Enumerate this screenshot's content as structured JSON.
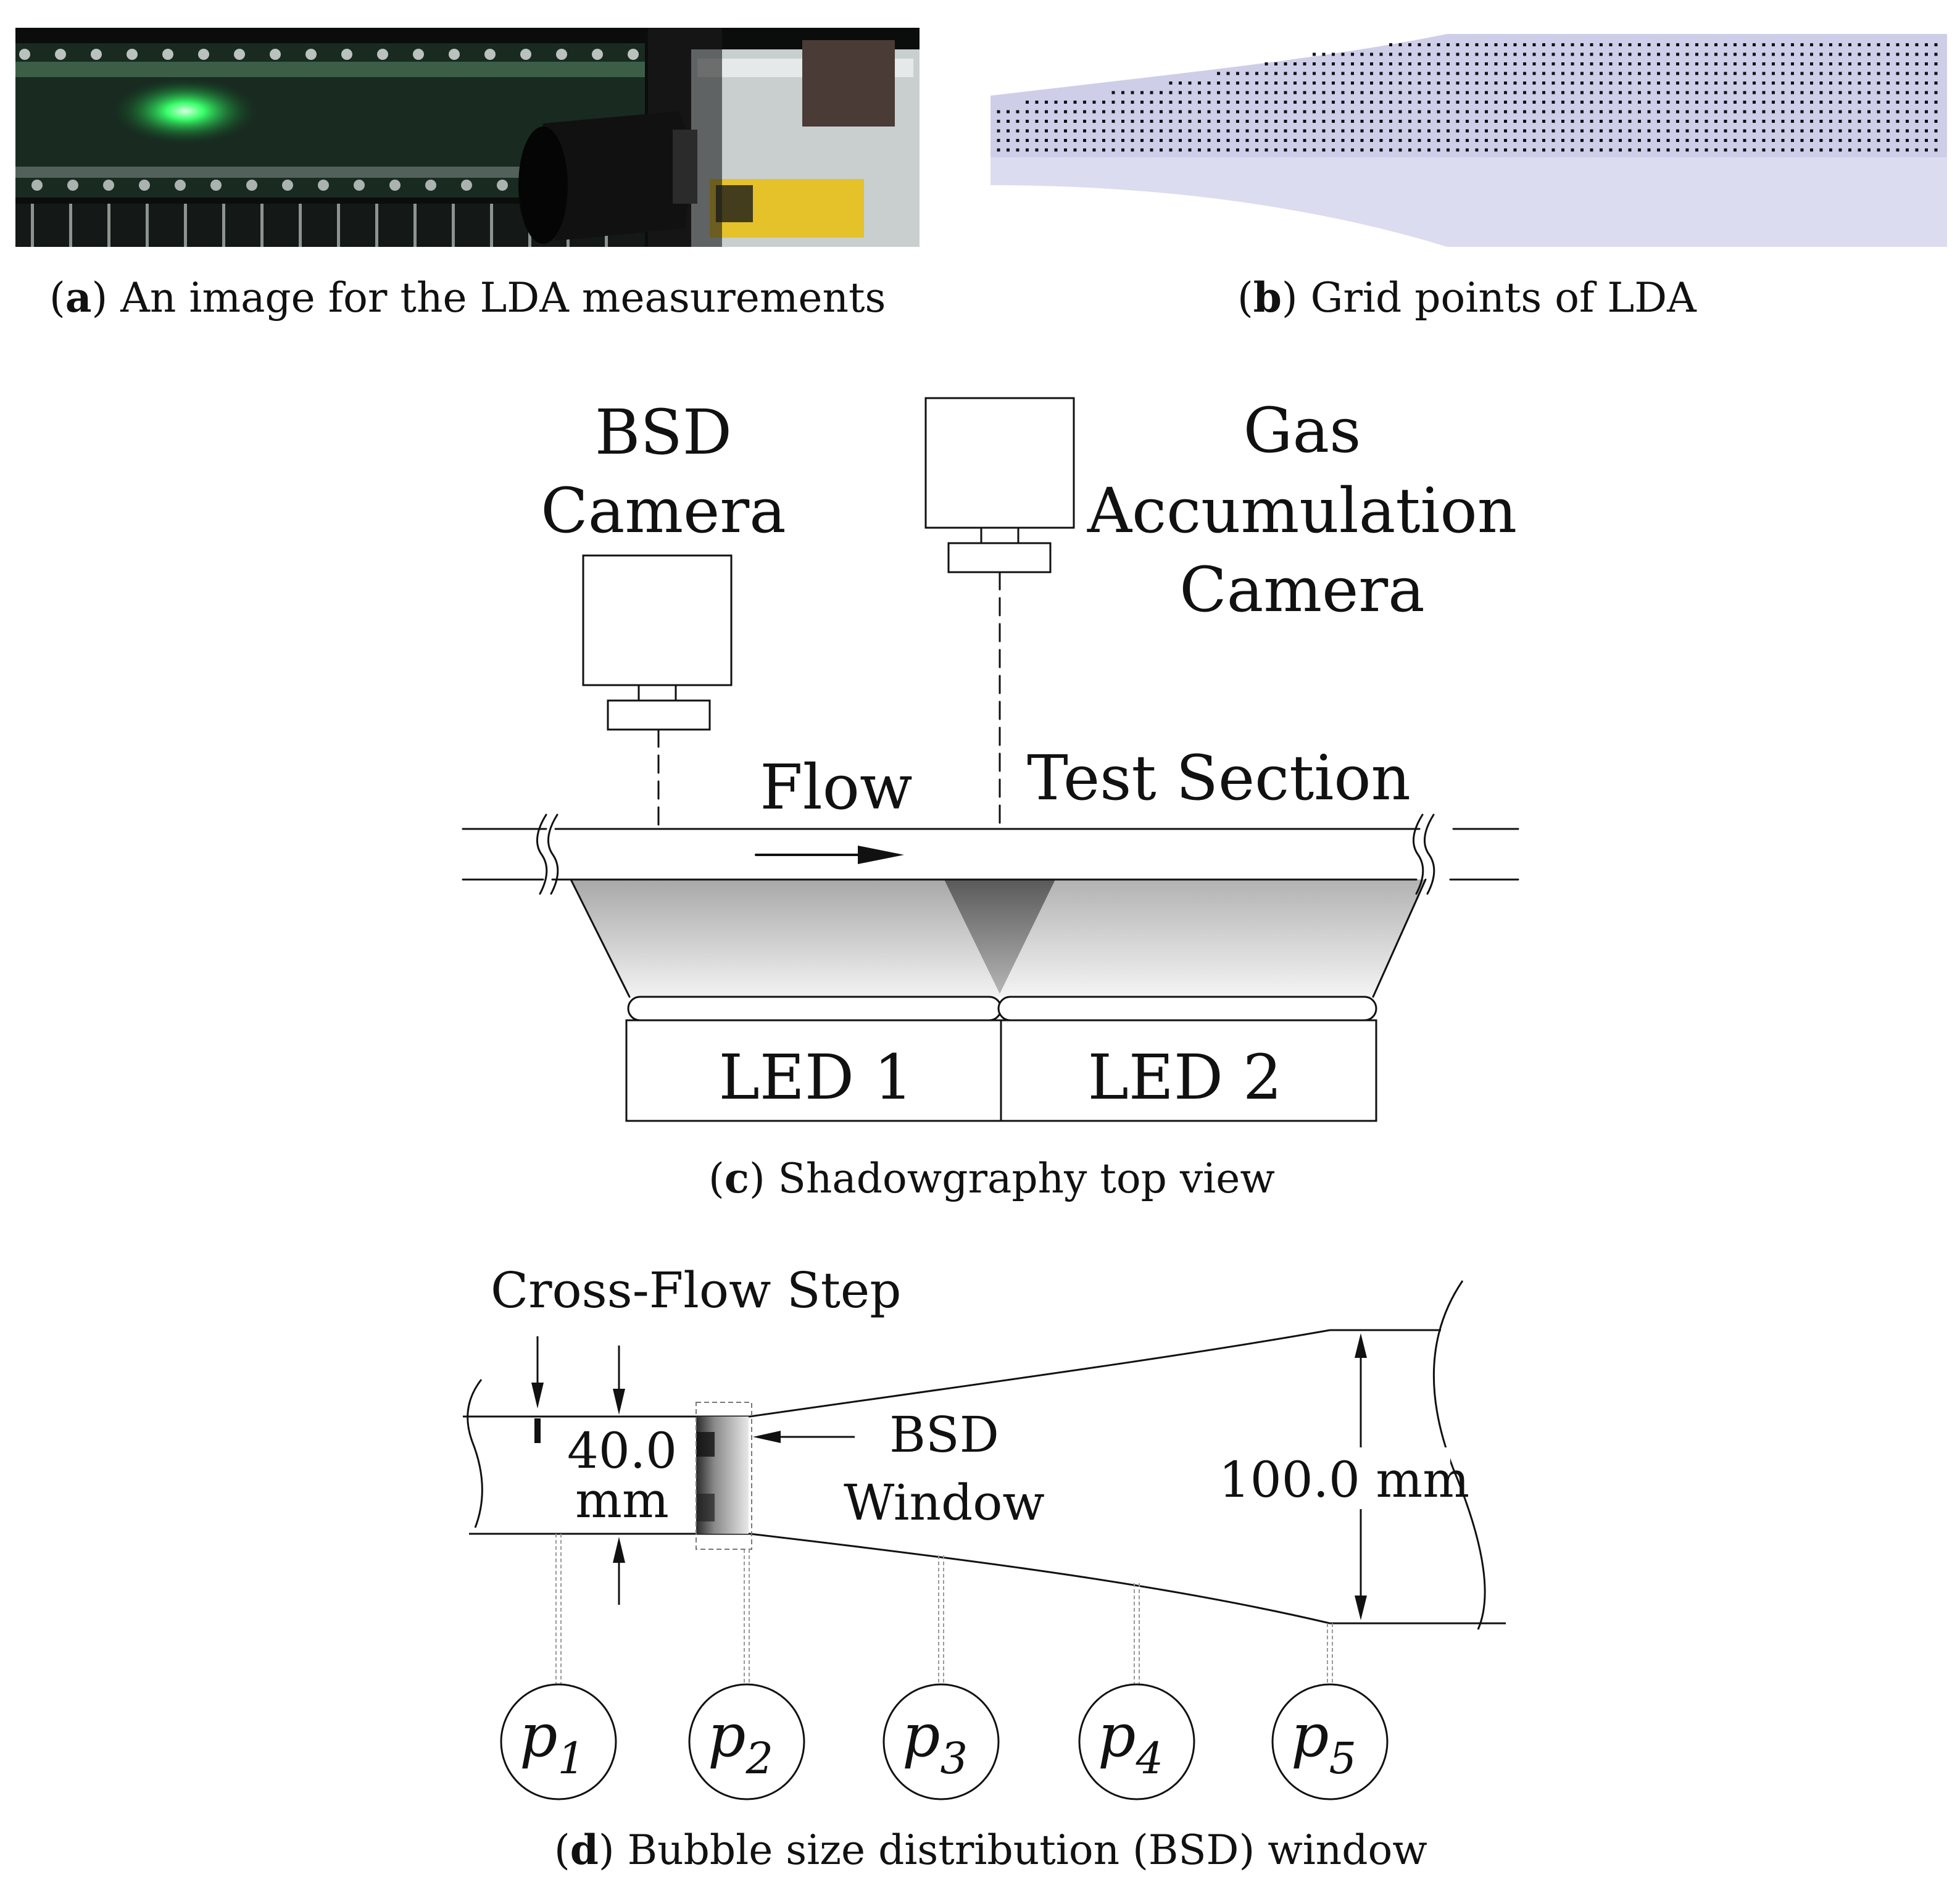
{
  "panel_a": {
    "caption_letter": "a",
    "caption_text": " An image for the LDA measurements",
    "photo_colors": {
      "background": "#0a0d0c",
      "laser": "#39ff6a",
      "tank_tint": "#1c3026",
      "housing": "#c9cfcf"
    }
  },
  "panel_b": {
    "caption_letter": "b",
    "caption_text": " Grid points of LDA",
    "fill_color": "#dcdcf0",
    "dot_color": "#111111"
  },
  "panel_c": {
    "caption_letter": "c",
    "caption_text": " Shadowgraphy top view",
    "bsd_camera_line1": "BSD",
    "bsd_camera_line2": "Camera",
    "gas_camera_line1": "Gas",
    "gas_camera_line2": "Accumulation",
    "gas_camera_line3": "Camera",
    "flow_label": "Flow",
    "test_section_label": "Test Section",
    "led1_label": "LED 1",
    "led2_label": "LED 2"
  },
  "panel_d": {
    "caption_letter": "d",
    "caption_text": " Bubble size distribution (BSD) window",
    "cross_flow_step": "Cross-Flow Step",
    "inlet_height_value": "40.0",
    "inlet_height_unit": "mm",
    "bsd_window_line1": "BSD",
    "bsd_window_line2": "Window",
    "outlet_height": "100.0 mm",
    "taps": [
      {
        "base": "p",
        "sub": "1"
      },
      {
        "base": "p",
        "sub": "2"
      },
      {
        "base": "p",
        "sub": "3"
      },
      {
        "base": "p",
        "sub": "4"
      },
      {
        "base": "p",
        "sub": "5"
      }
    ]
  }
}
